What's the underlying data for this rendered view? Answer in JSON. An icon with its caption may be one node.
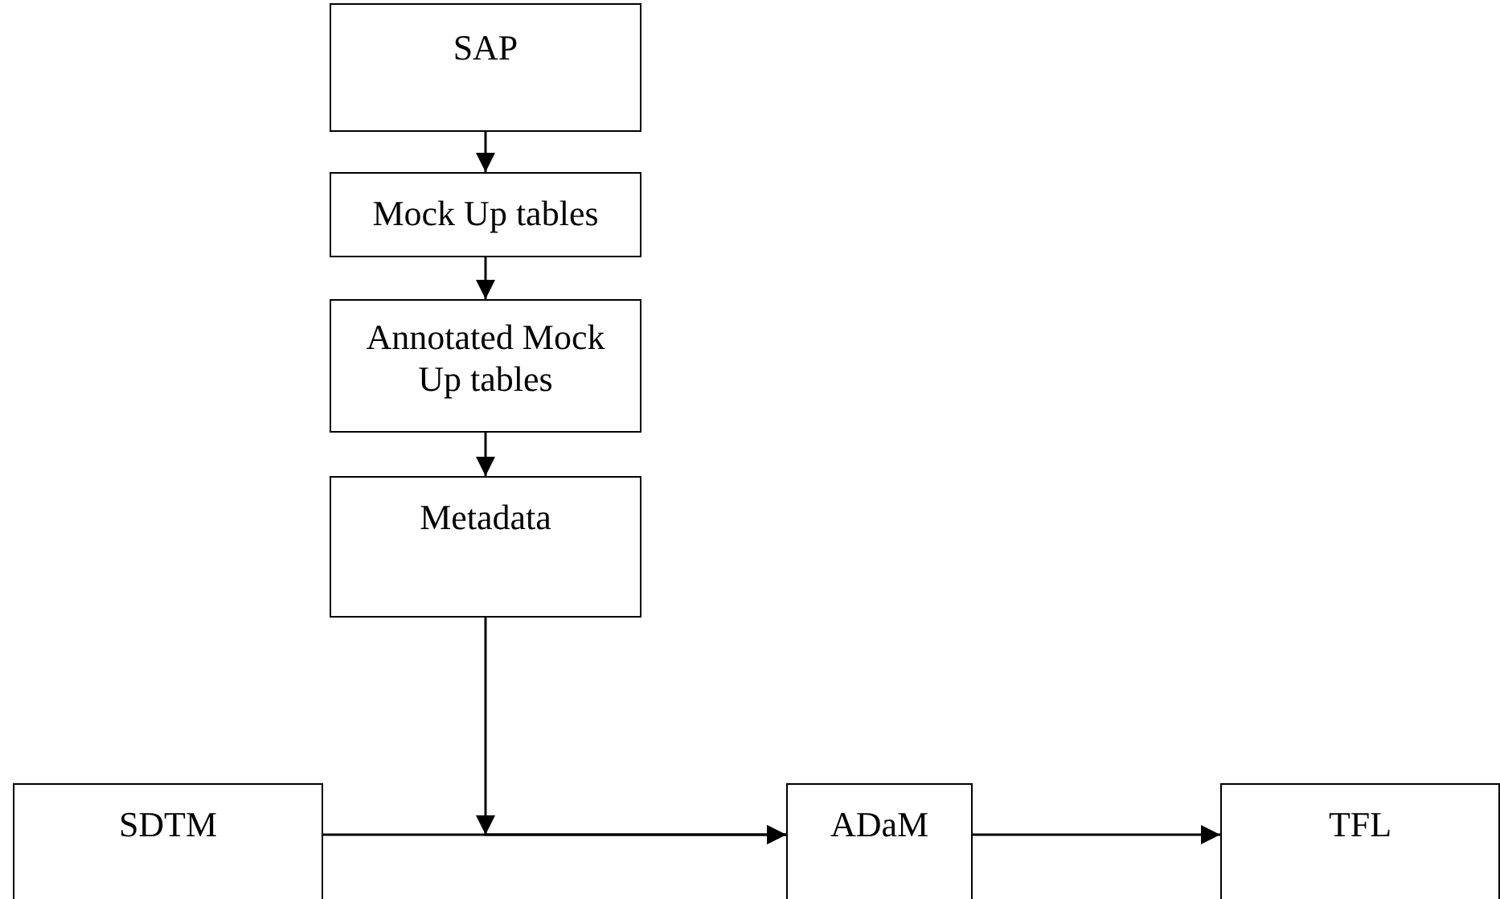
{
  "diagram": {
    "nodes": [
      {
        "text": [
          "SAP"
        ]
      },
      {
        "text": [
          "Mock Up tables"
        ]
      },
      {
        "text": [
          "Annotated Mock Up tables"
        ]
      },
      {
        "text": [
          "Metadata"
        ]
      },
      {
        "text": [
          "SDTM"
        ]
      },
      {
        "text": [
          "ADaM"
        ]
      },
      {
        "text": [
          "TFL"
        ]
      }
    ],
    "edges": [
      {
        "from": 0,
        "to": 1,
        "arrow": "to"
      },
      {
        "from": 1,
        "to": 2,
        "arrow": "to"
      },
      {
        "from": 2,
        "to": 3,
        "arrow": "to"
      },
      {
        "from": 3,
        "to": 5,
        "arrow": "to"
      },
      {
        "from": 4,
        "to": 5,
        "arrow": "to"
      },
      {
        "from": 5,
        "to": 6,
        "arrow": "to"
      }
    ]
  }
}
